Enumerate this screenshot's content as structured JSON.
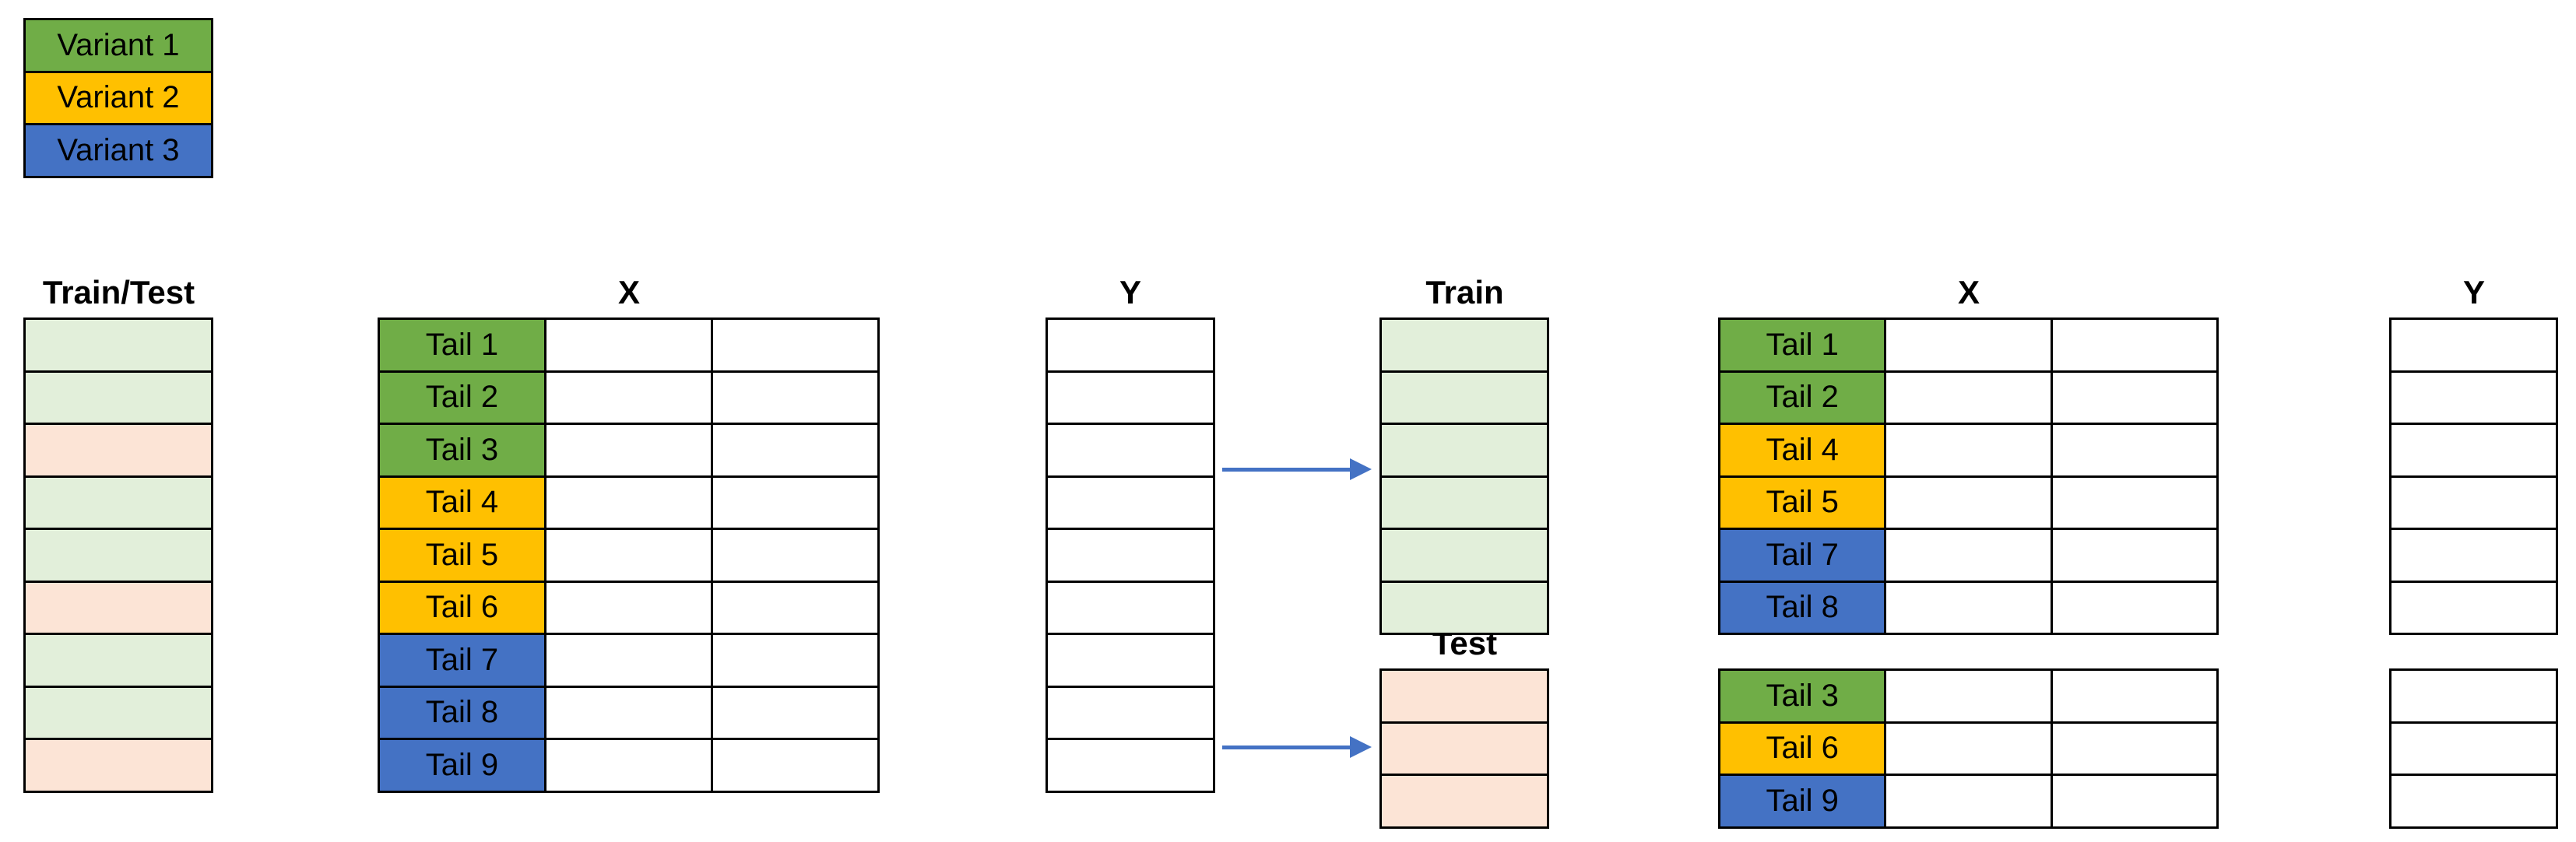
{
  "colors": {
    "variant1": "#70AD47",
    "variant2": "#FFC000",
    "variant3": "#4472C4",
    "train_fill": "#E2EFDA",
    "test_fill": "#FCE4D6",
    "empty_fill": "#FFFFFF",
    "border": "#000000",
    "arrow": "#4472C4",
    "text": "#000000"
  },
  "legend": {
    "items": [
      {
        "label": "Variant 1",
        "fill": "variant1"
      },
      {
        "label": "Variant 2",
        "fill": "variant2"
      },
      {
        "label": "Variant 3",
        "fill": "variant3"
      }
    ]
  },
  "headers": {
    "train_test": "Train/Test",
    "x_left": "X",
    "y_left": "Y",
    "train": "Train",
    "test": "Test",
    "x_right": "X",
    "y_right": "Y"
  },
  "train_test_column": {
    "cells": [
      "train_fill",
      "train_fill",
      "test_fill",
      "train_fill",
      "train_fill",
      "test_fill",
      "train_fill",
      "train_fill",
      "test_fill"
    ]
  },
  "x_left_table": {
    "empty_columns": 2,
    "rows": [
      {
        "label": "Tail 1",
        "fill": "variant1"
      },
      {
        "label": "Tail 2",
        "fill": "variant1"
      },
      {
        "label": "Tail 3",
        "fill": "variant1"
      },
      {
        "label": "Tail 4",
        "fill": "variant2"
      },
      {
        "label": "Tail 5",
        "fill": "variant2"
      },
      {
        "label": "Tail 6",
        "fill": "variant2"
      },
      {
        "label": "Tail 7",
        "fill": "variant3"
      },
      {
        "label": "Tail 8",
        "fill": "variant3"
      },
      {
        "label": "Tail 9",
        "fill": "variant3"
      }
    ]
  },
  "y_left_column": {
    "cell_count": 9,
    "fill": "empty_fill"
  },
  "train_table": {
    "cell_count": 6,
    "fill": "train_fill"
  },
  "test_table": {
    "cell_count": 3,
    "fill": "test_fill"
  },
  "x_right_upper_table": {
    "empty_columns": 2,
    "rows": [
      {
        "label": "Tail 1",
        "fill": "variant1"
      },
      {
        "label": "Tail 2",
        "fill": "variant1"
      },
      {
        "label": "Tail 4",
        "fill": "variant2"
      },
      {
        "label": "Tail 5",
        "fill": "variant2"
      },
      {
        "label": "Tail 7",
        "fill": "variant3"
      },
      {
        "label": "Tail 8",
        "fill": "variant3"
      }
    ]
  },
  "x_right_lower_table": {
    "empty_columns": 2,
    "rows": [
      {
        "label": "Tail 3",
        "fill": "variant1"
      },
      {
        "label": "Tail 6",
        "fill": "variant2"
      },
      {
        "label": "Tail 9",
        "fill": "variant3"
      }
    ]
  },
  "y_right_upper_column": {
    "cell_count": 6,
    "fill": "empty_fill"
  },
  "y_right_lower_column": {
    "cell_count": 3,
    "fill": "empty_fill"
  }
}
